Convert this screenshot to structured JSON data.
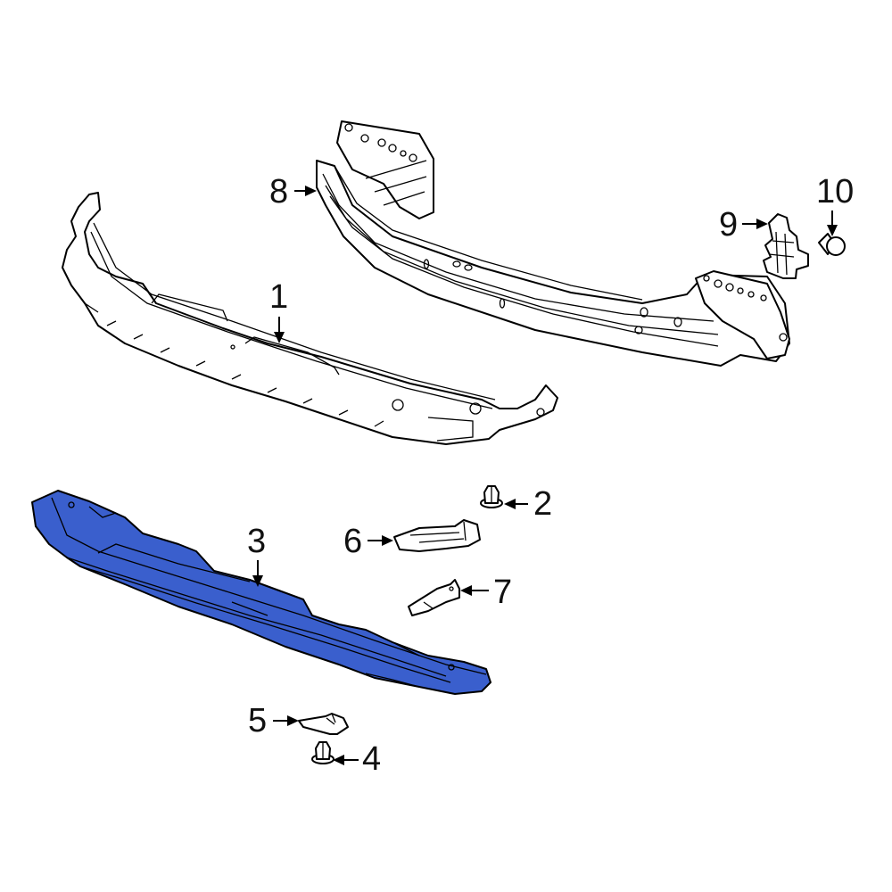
{
  "diagram": {
    "type": "exploded-parts-diagram",
    "subject": "Front bumper reinforcement assembly",
    "highlight_color": "#3a5fcd",
    "line_color": "#000000",
    "background": "#ffffff",
    "highlighted_part": "3"
  },
  "callouts": [
    {
      "id": "1",
      "label": "1",
      "part": "bumper-absorber-upper",
      "arrow": "down"
    },
    {
      "id": "2",
      "label": "2",
      "part": "push-clip",
      "arrow": "left"
    },
    {
      "id": "3",
      "label": "3",
      "part": "lower-energy-absorber",
      "arrow": "down",
      "highlighted": true
    },
    {
      "id": "4",
      "label": "4",
      "part": "push-clip",
      "arrow": "left"
    },
    {
      "id": "5",
      "label": "5",
      "part": "bracket",
      "arrow": "right"
    },
    {
      "id": "6",
      "label": "6",
      "part": "bracket",
      "arrow": "right"
    },
    {
      "id": "7",
      "label": "7",
      "part": "bracket",
      "arrow": "left"
    },
    {
      "id": "8",
      "label": "8",
      "part": "reinforcement-beam",
      "arrow": "right"
    },
    {
      "id": "9",
      "label": "9",
      "part": "bracket",
      "arrow": "right"
    },
    {
      "id": "10",
      "label": "10",
      "part": "push-clip",
      "arrow": "down"
    }
  ]
}
